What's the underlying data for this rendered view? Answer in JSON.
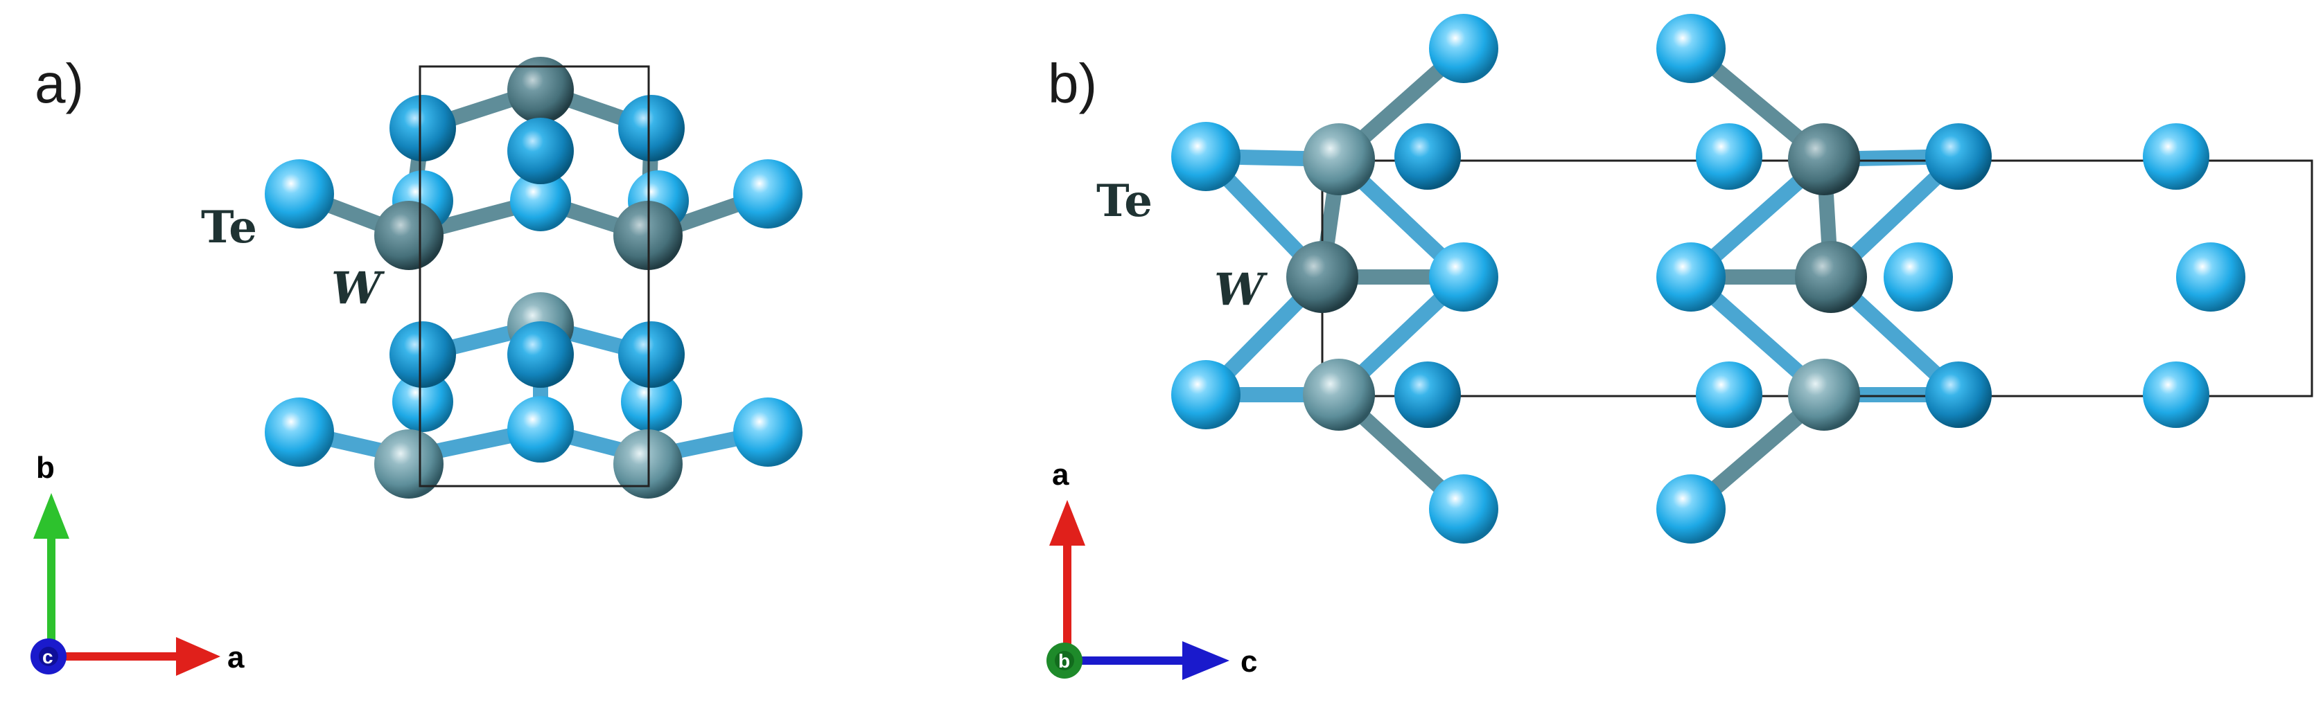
{
  "panels": {
    "a": {
      "label": "a)",
      "atom_labels": {
        "te": "Te",
        "w": "W"
      },
      "axes": {
        "vertical": "b",
        "horizontal": "a",
        "center": "c"
      }
    },
    "b": {
      "label": "b)",
      "atom_labels": {
        "te": "Te",
        "w": "W"
      },
      "axes": {
        "vertical": "a",
        "horizontal": "c",
        "center": "b"
      }
    }
  },
  "colors": {
    "te_atom": "#1ea9e6",
    "w_atom": "#5d8e9a",
    "unit_cell": "#222222",
    "axis_red": "#e0201b",
    "axis_green": "#2dc22d",
    "axis_blue": "#1a1acc",
    "axis_center_green": "#1e8a2a"
  }
}
